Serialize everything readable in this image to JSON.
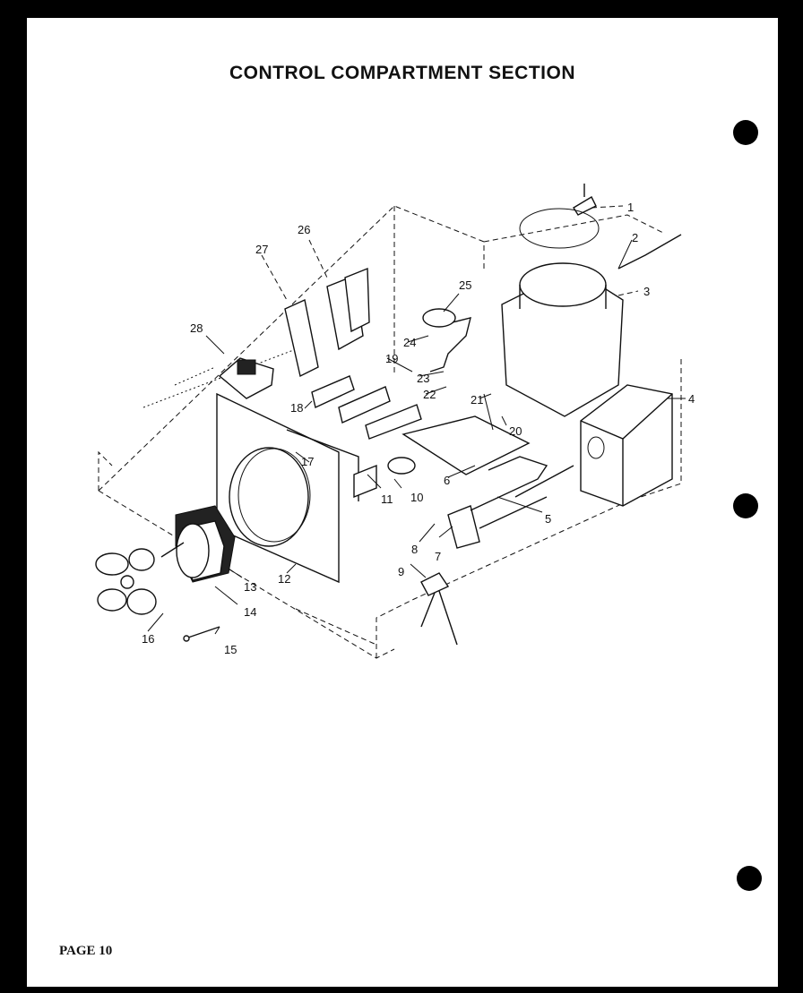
{
  "title": "CONTROL COMPARTMENT SECTION",
  "page_label": "PAGE 10",
  "callouts": [
    "1",
    "2",
    "3",
    "4",
    "5",
    "6",
    "7",
    "8",
    "9",
    "10",
    "11",
    "12",
    "13",
    "14",
    "15",
    "16",
    "17",
    "18",
    "19",
    "20",
    "21",
    "22",
    "23",
    "24",
    "25",
    "26",
    "27",
    "28"
  ]
}
